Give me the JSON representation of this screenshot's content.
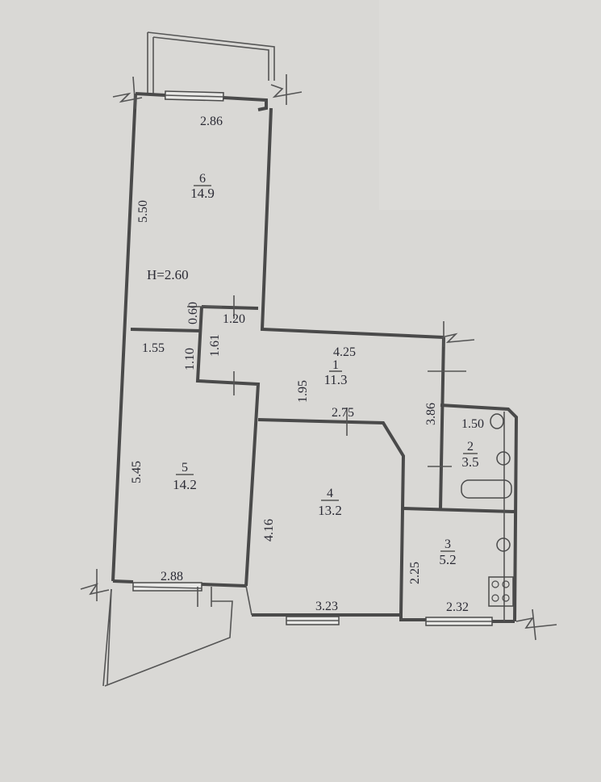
{
  "height_label": "H=2.60",
  "rooms": [
    {
      "number": "1",
      "area": "11.3"
    },
    {
      "number": "2",
      "area": "3.5"
    },
    {
      "number": "3",
      "area": "5.2"
    },
    {
      "number": "4",
      "area": "13.2"
    },
    {
      "number": "5",
      "area": "14.2"
    },
    {
      "number": "6",
      "area": "14.9"
    }
  ],
  "dimensions": {
    "d_2_86": "2.86",
    "d_5_50": "5.50",
    "d_0_60": "0.60",
    "d_1_20": "1.20",
    "d_1_55": "1.55",
    "d_1_10": "1.10",
    "d_1_61": "1.61",
    "d_4_25": "4.25",
    "d_1_95": "1.95",
    "d_2_75": "2.75",
    "d_3_86": "3.86",
    "d_1_50": "1.50",
    "d_5_45": "5.45",
    "d_4_16": "4.16",
    "d_2_25": "2.25",
    "d_2_88": "2.88",
    "d_3_23": "3.23",
    "d_2_32": "2.32"
  }
}
